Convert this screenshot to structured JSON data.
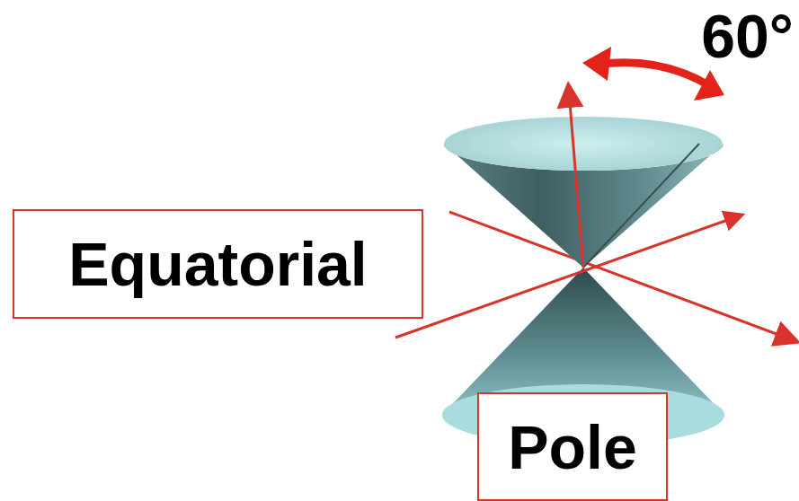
{
  "diagram": {
    "nodes": [
      {
        "text": [
          "Equatorial"
        ]
      },
      {
        "text": [
          "Pole"
        ]
      }
    ],
    "labels": [
      "60°"
    ]
  }
}
